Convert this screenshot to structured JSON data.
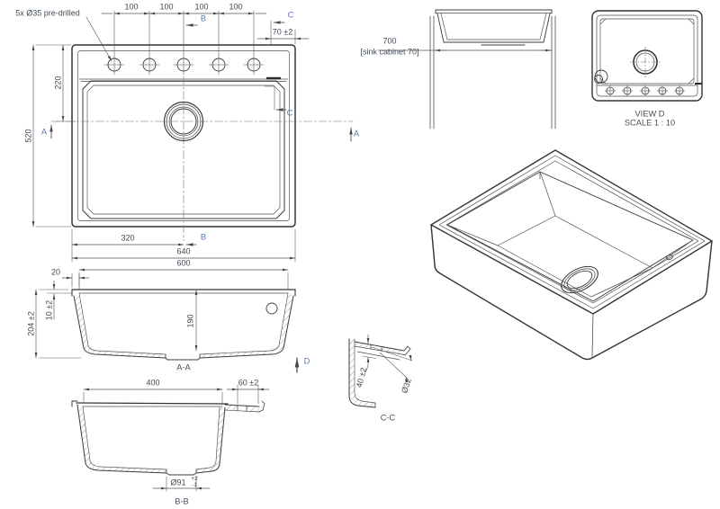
{
  "top_view": {
    "note": "5x Ø35 pre-drilled",
    "dims_100": [
      "100",
      "100",
      "100",
      "100"
    ],
    "dim_70": "70 ±2",
    "dim_520": "520",
    "dim_220": "220",
    "dim_320": "320",
    "dim_640": "640",
    "dim_600": "600",
    "marker_a_left": "A",
    "marker_a_right": "A",
    "marker_b_top": "B",
    "marker_b_bottom": "B",
    "marker_c_top": "C",
    "marker_c_inner": "C"
  },
  "cabinet_view": {
    "dim_700": "700",
    "note": "[sink cabinet 70]"
  },
  "view_d": {
    "title": "VIEW D",
    "scale": "SCALE 1 : 10"
  },
  "section_aa": {
    "dim_20": "20",
    "dim_204": "204 ±2",
    "dim_10": "10 ±2",
    "dim_190": "190",
    "label": "A-A",
    "marker_d": "D"
  },
  "section_bb": {
    "dim_400": "400",
    "dim_60": "60 ±2",
    "dim_diameter": "Ø91",
    "tol_plus": "+2",
    "tol_minus": "-1",
    "label": "B-B"
  },
  "section_cc": {
    "dim_40": "40 ±2",
    "dim_diameter": "Ø32",
    "label": "C-C"
  },
  "colors": {
    "line": "#4a4a4a",
    "text": "#3e4a57",
    "section_letter": "#5b7ba8"
  }
}
